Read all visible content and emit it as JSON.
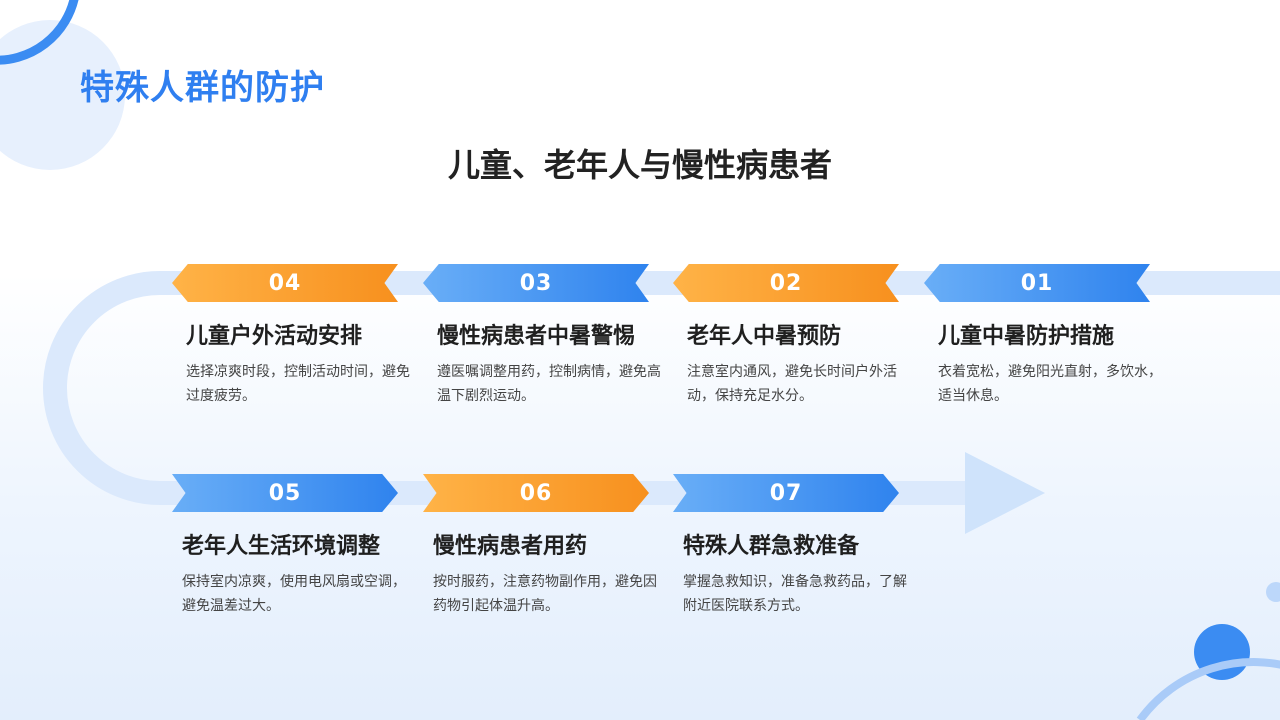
{
  "header": {
    "title": "特殊人群的防护"
  },
  "main": {
    "subtitle": "儿童、老年人与慢性病患者",
    "steps": [
      {
        "number": "04",
        "title": "儿童户外活动安排",
        "desc": "选择凉爽时段，控制活动时间，避免过度疲劳。",
        "color": "orange"
      },
      {
        "number": "03",
        "title": "慢性病患者中暑警惕",
        "desc": "遵医嘱调整用药，控制病情，避免高温下剧烈运动。",
        "color": "blue"
      },
      {
        "number": "02",
        "title": "老年人中暑预防",
        "desc": "注意室内通风，避免长时间户外活动，保持充足水分。",
        "color": "orange"
      },
      {
        "number": "01",
        "title": "儿童中暑防护措施",
        "desc": "衣着宽松，避免阳光直射，多饮水，适当休息。",
        "color": "blue"
      },
      {
        "number": "05",
        "title": "老年人生活环境调整",
        "desc": "保持室内凉爽，使用电风扇或空调，避免温差过大。",
        "color": "blue"
      },
      {
        "number": "06",
        "title": "慢性病患者用药",
        "desc": "按时服药，注意药物副作用，避免因药物引起体温升高。",
        "color": "orange"
      },
      {
        "number": "07",
        "title": "特殊人群急救准备",
        "desc": "掌握急救知识，准备急救药品，了解附近医院联系方式。",
        "color": "blue"
      }
    ]
  },
  "colors": {
    "accent_blue": "#2f83ee",
    "accent_orange": "#f7901e",
    "title_blue": "#2f7ff0"
  }
}
